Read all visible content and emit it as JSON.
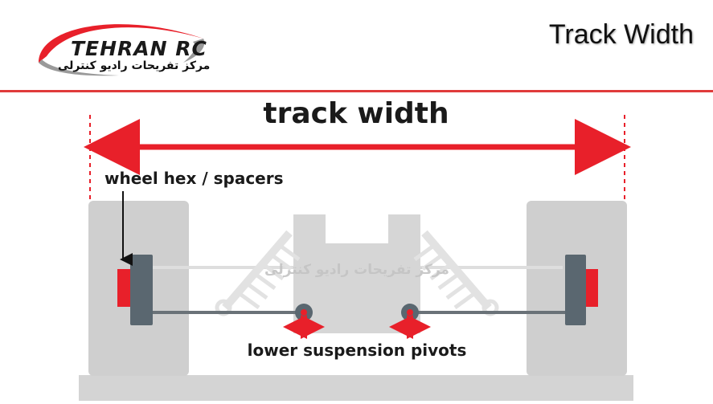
{
  "header": {
    "logo_text": "TEHRAN RC",
    "logo_subtitle": "مرکز تفریحات رادیو کنترلی",
    "title": "Track Width"
  },
  "diagram": {
    "main_label": "track width",
    "wheel_label": "wheel hex / spacers",
    "pivot_label": "lower suspension pivots",
    "watermark": "مرکز تفریحات رادیو کنترلی",
    "colors": {
      "accent": "#e8202a",
      "wheel": "#cfcfcf",
      "hub": "#5a6770",
      "arm": "#6a7278",
      "shock": "#e2e2e2",
      "ground": "#d4d4d4"
    }
  }
}
